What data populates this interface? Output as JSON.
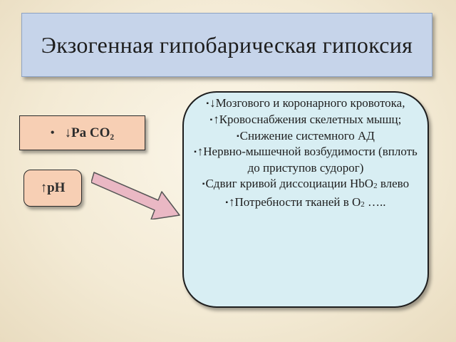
{
  "title": "Экзогенная гипобарическая гипоксия",
  "left": {
    "pa_bullet": "•",
    "pa_label": "↓Ра СО₂",
    "ph_label": "↑pH"
  },
  "effects": {
    "marker": "▪",
    "items": [
      {
        "text": "↓Мозгового и коронарного кровотока,"
      },
      {
        "text": "↑Кровоснабжения скелетных мышц;"
      },
      {
        "text": "Снижение системного АД"
      },
      {
        "text": "↑Нервно-мышечной возбудимости (вплоть до приступов судорог)"
      },
      {
        "text_before": "Сдвиг кривой диссоциации HbO",
        "sub": "2",
        "text_after": " влево"
      },
      {
        "text_before": "↑Потребности тканей в О",
        "sub": "2",
        "text_after": " ….."
      }
    ]
  },
  "colors": {
    "title_bg": "#c6d4ea",
    "left_box_bg": "#f7cfb4",
    "effects_bg": "#d8eef3",
    "arrow_fill": "#eab8c4"
  }
}
